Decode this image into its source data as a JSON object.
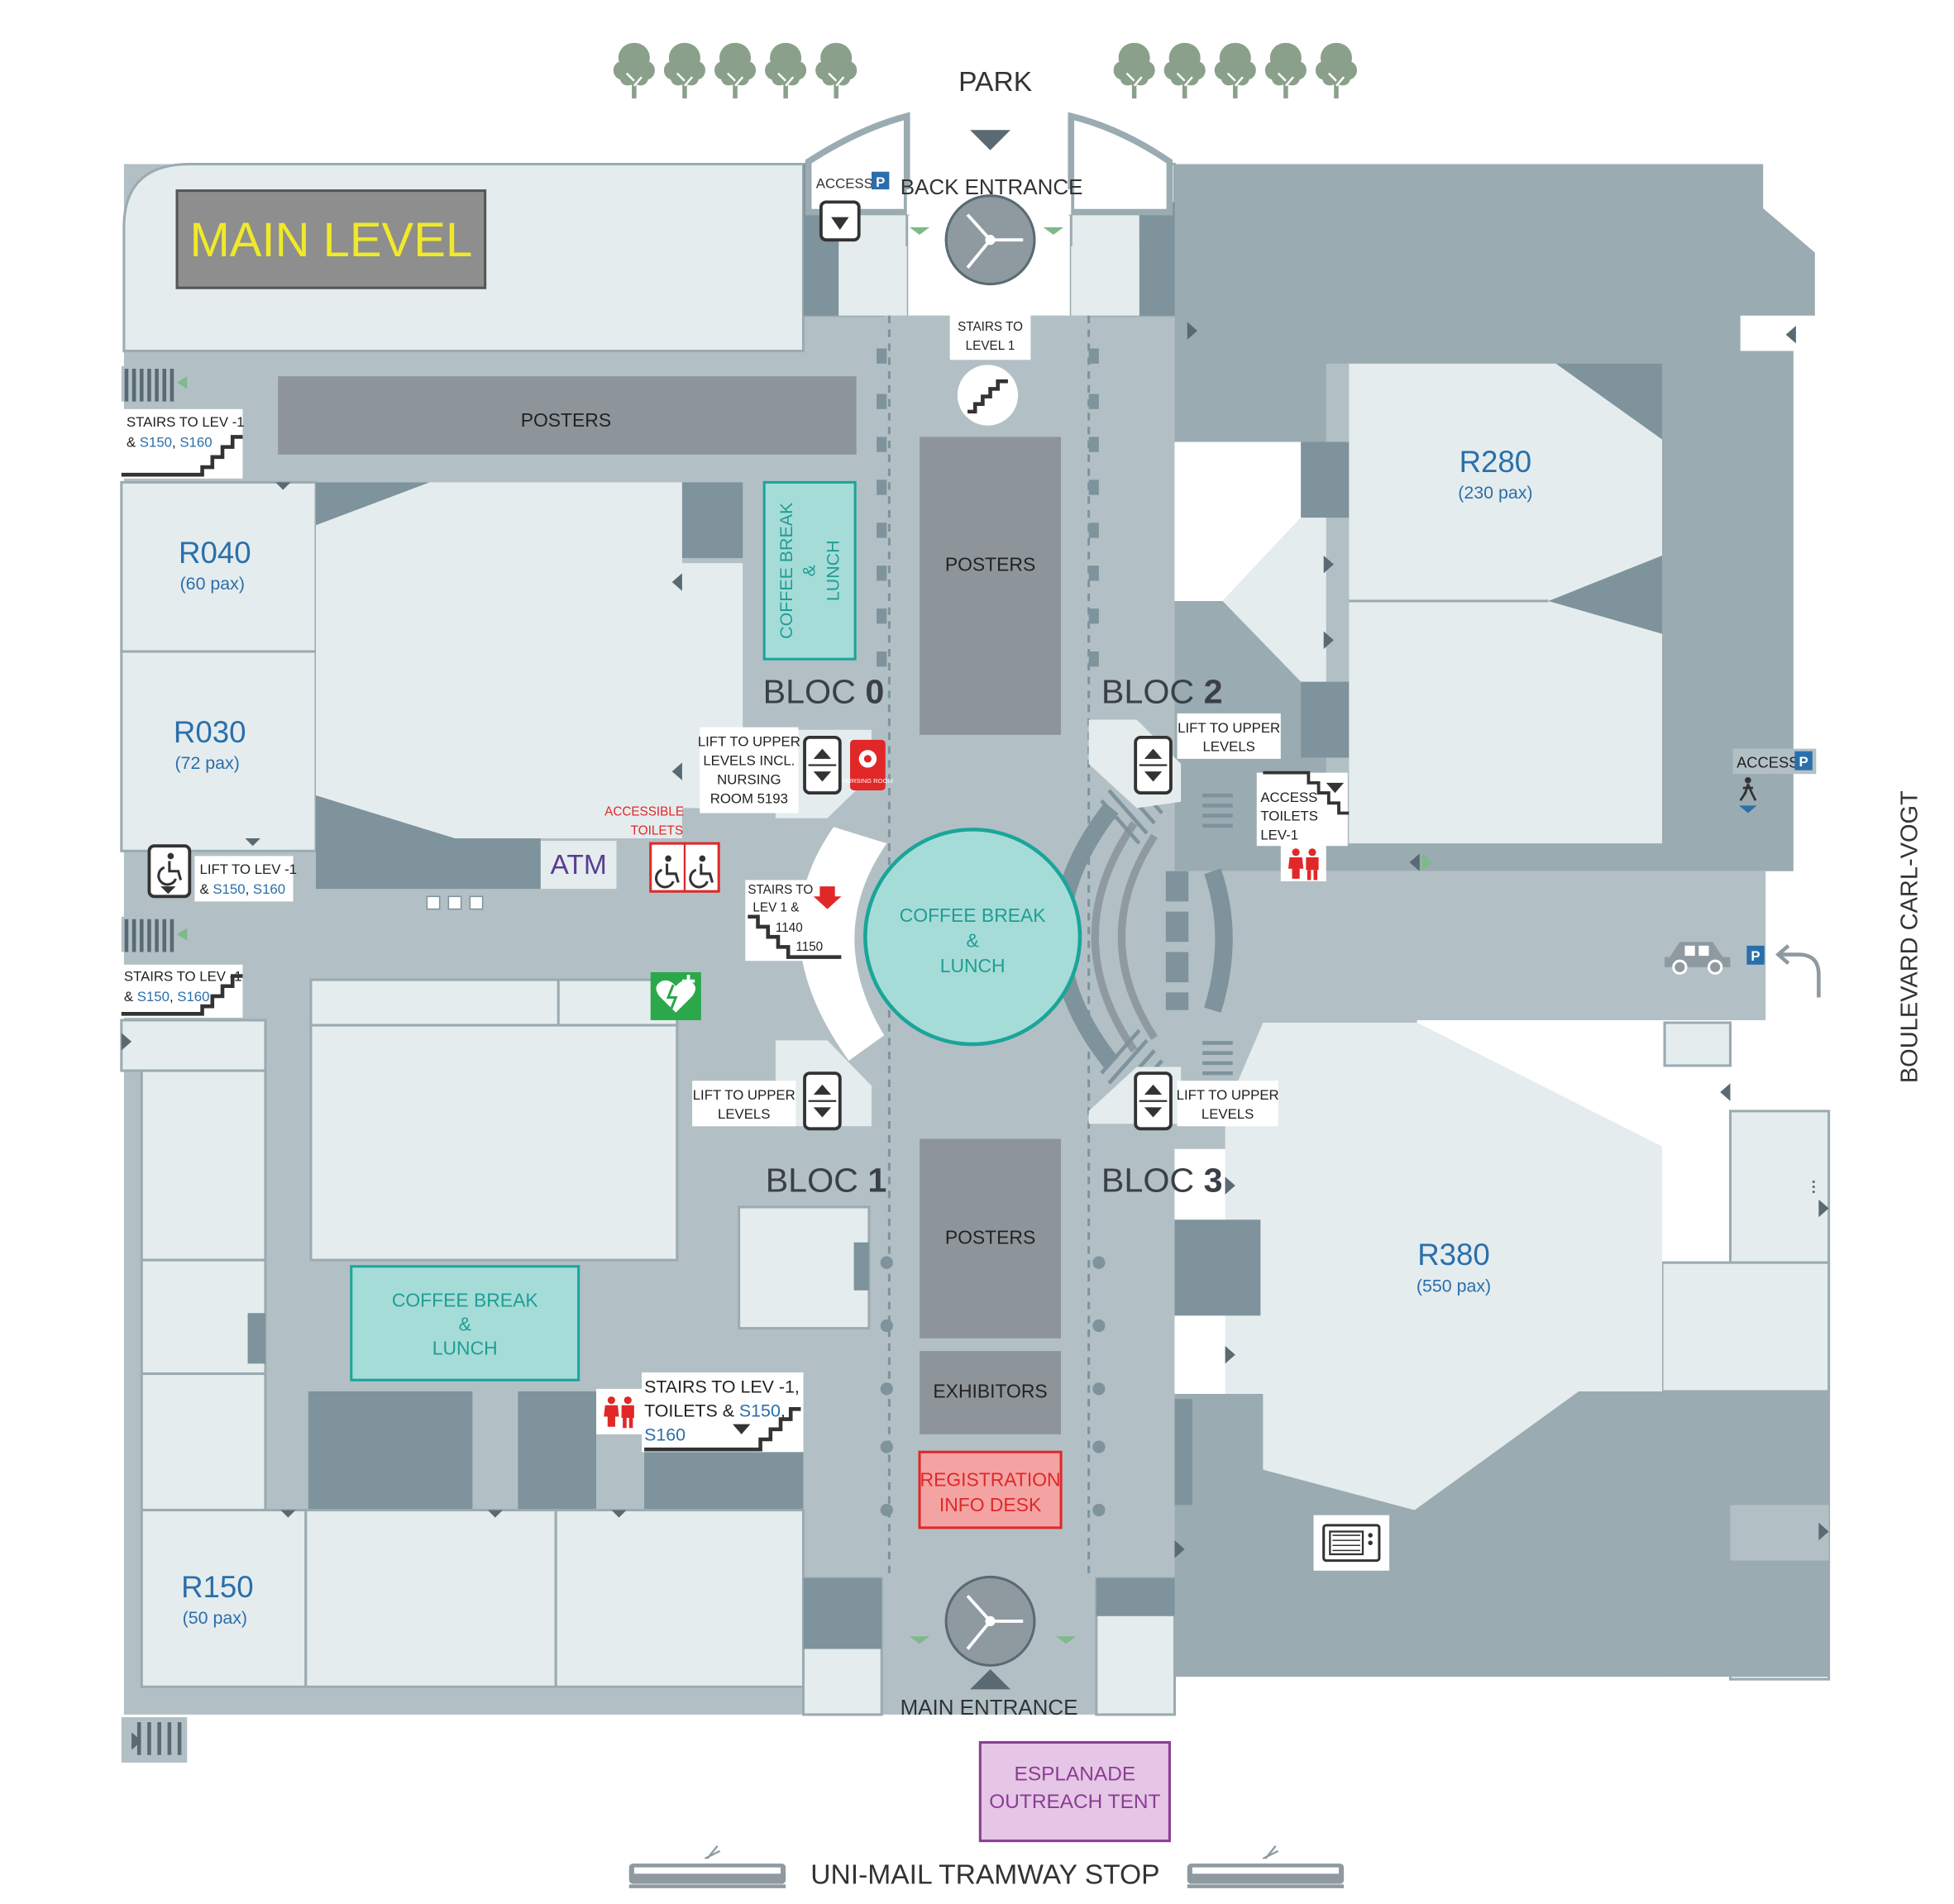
{
  "title": "MAIN LEVEL",
  "top": {
    "park": "PARK",
    "back_entrance": "BACK ENTRANCE",
    "access": "ACCESS",
    "parking_symbol": "P"
  },
  "bottom": {
    "main_entrance": "MAIN ENTRANCE",
    "tent_line1": "ESPLANADE",
    "tent_line2": "OUTREACH TENT",
    "tram": "UNI-MAIL TRAMWAY STOP"
  },
  "street": "BOULEVARD CARL-VOGT",
  "rooms": {
    "r040": {
      "name": "R040",
      "cap": "(60 pax)"
    },
    "r030": {
      "name": "R030",
      "cap": "(72 pax)"
    },
    "r150": {
      "name": "R150",
      "cap": "(50 pax)"
    },
    "r280": {
      "name": "R280",
      "cap": "(230 pax)"
    },
    "r380": {
      "name": "R380",
      "cap": "(550 pax)"
    }
  },
  "blocs": {
    "b0": {
      "word": "BLOC",
      "num": "0"
    },
    "b1": {
      "word": "BLOC",
      "num": "1"
    },
    "b2": {
      "word": "BLOC",
      "num": "2"
    },
    "b3": {
      "word": "BLOC",
      "num": "3"
    }
  },
  "areas": {
    "posters": "POSTERS",
    "exhibitors": "EXHIBITORS",
    "registration_l1": "REGISTRATION",
    "registration_l2": "INFO DESK",
    "coffee_l1": "COFFEE BREAK",
    "coffee_l2": "&",
    "coffee_l3": "LUNCH",
    "atm": "ATM",
    "nursing_room": "NURSING ROOM"
  },
  "signs": {
    "stairs_level1": [
      "STAIRS TO",
      "LEVEL 1"
    ],
    "stairs_lev_minus1_a": [
      "STAIRS TO LEV -1",
      "& ",
      "S150",
      ", ",
      "S160"
    ],
    "stairs_lev_minus1_b": [
      "STAIRS TO LEV -1",
      "& ",
      "S150",
      ", ",
      "S160"
    ],
    "lift_lev_minus1": [
      "LIFT TO LEV -1",
      "& ",
      "S150",
      ", ",
      "S160"
    ],
    "lift_nursing": [
      "LIFT TO UPPER",
      "LEVELS INCL.",
      "NURSING",
      "ROOM 5193"
    ],
    "accessible_toilets": [
      "ACCESSIBLE",
      "TOILETS"
    ],
    "stairs_lev1_1140": [
      "STAIRS TO",
      "LEV 1 &",
      "1140",
      "1150"
    ],
    "lift_upper_bloc1": [
      "LIFT TO UPPER",
      "LEVELS"
    ],
    "lift_upper_bloc2": [
      "LIFT TO UPPER",
      "LEVELS"
    ],
    "lift_upper_bloc3": [
      "LIFT TO UPPER",
      "LEVELS"
    ],
    "access_toilets": [
      "ACCESS",
      "TOILETS",
      "LEV-1"
    ],
    "stairs_toilets_bottom": [
      "STAIRS TO LEV -1,",
      "TOILETS & ",
      "S150",
      ",",
      "S160"
    ],
    "access_right": "ACCESS"
  },
  "colors": {
    "corridor": "#b2c0c6",
    "room": "#e5ecee",
    "dark": "#7e939c",
    "mid": "#9aabb1",
    "posters": "#8e959a",
    "coffee_fill": "#a6dcd8",
    "coffee_stroke": "#1aa59a",
    "coffee_text": "#1f9e94",
    "room_text": "#2a6fab",
    "title_text": "#f0e92a",
    "reg_fill": "#f4a3a3",
    "reg_text": "#e02828",
    "tent_fill": "#e6c6e6",
    "tent_stroke": "#8a3d93",
    "tent_text": "#8a3d93",
    "tree": "#8aa08a",
    "parking_blue": "#2a6fab"
  },
  "icons": [
    "tree-icon",
    "lift-icon",
    "wheelchair-icon",
    "toilets-icon",
    "stairs-icon",
    "defibrillator-icon",
    "microwave-icon",
    "car-icon",
    "tram-icon",
    "revolving-door-icon",
    "nursing-room-icon",
    "arrow-down-icon"
  ]
}
